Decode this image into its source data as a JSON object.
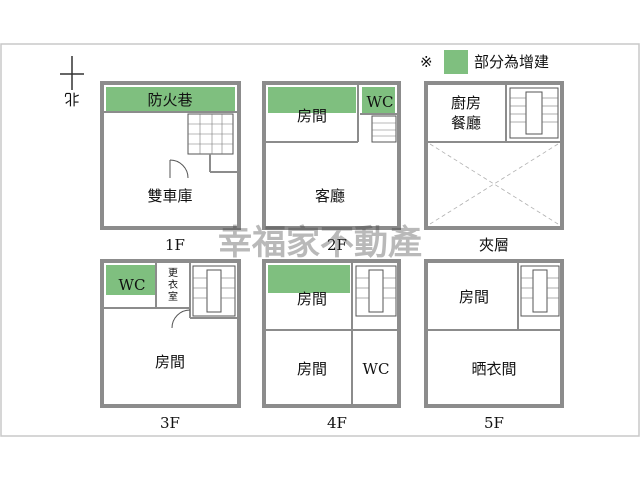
{
  "legend": {
    "mark": "※",
    "text": "部分為增建",
    "swatch_color": "#7fbf7f"
  },
  "north": {
    "label": "北"
  },
  "watermark": "幸福家不動產",
  "floors": {
    "f1": {
      "name": "1F",
      "rooms": {
        "firelane": "防火巷",
        "garage": "雙車庫"
      }
    },
    "f2": {
      "name": "2F",
      "rooms": {
        "room": "房間",
        "wc": "WC",
        "living": "客廳"
      }
    },
    "mezz": {
      "name": "夾層",
      "rooms": {
        "kitchen_l1": "廚房",
        "kitchen_l2": "餐廳"
      }
    },
    "f3": {
      "name": "3F",
      "rooms": {
        "wc": "WC",
        "dress_1": "更",
        "dress_2": "衣",
        "dress_3": "室",
        "room": "房間"
      }
    },
    "f4": {
      "name": "4F",
      "rooms": {
        "room_top": "房間",
        "room_bottom": "房間",
        "wc": "WC"
      }
    },
    "f5": {
      "name": "5F",
      "rooms": {
        "room": "房間",
        "laundry": "晒衣間"
      }
    }
  },
  "colors": {
    "wall": "#8c8c8c",
    "addition": "#7fbf7f",
    "border": "#c8c8c8"
  }
}
